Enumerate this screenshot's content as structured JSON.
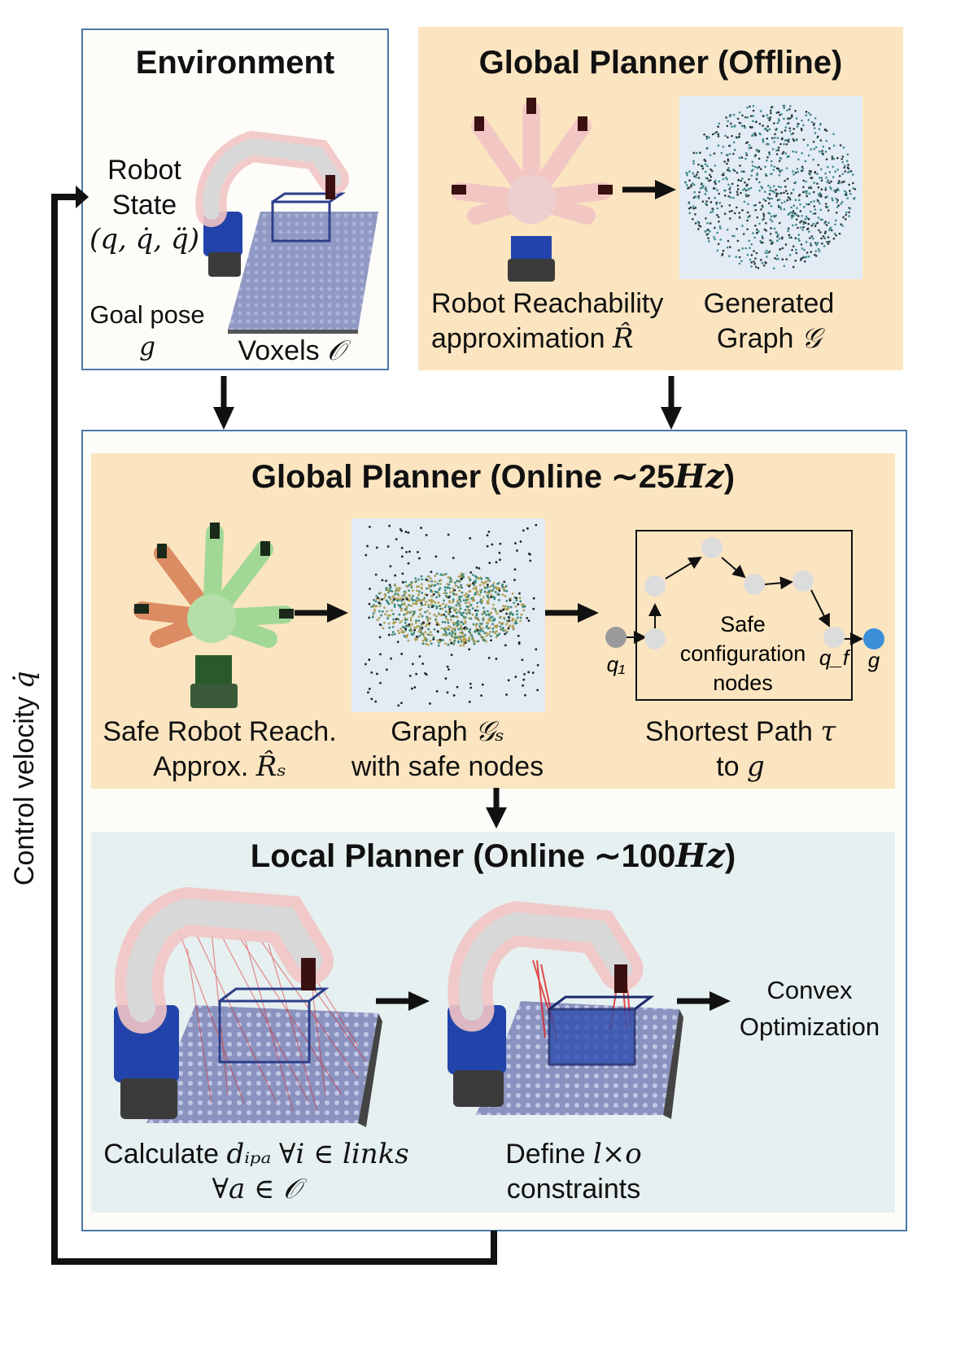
{
  "environment": {
    "title": "Environment",
    "robot_state_line1": "Robot",
    "robot_state_line2": "State",
    "robot_state_vars": "(q, q̇, q̈)",
    "goal_pose": "Goal pose",
    "goal_symbol": "g",
    "voxels": "Voxels",
    "voxels_symbol": "𝒪"
  },
  "global_offline": {
    "title": "Global Planner (Offline)",
    "reach_line1": "Robot Reachability",
    "reach_line2": "approximation",
    "reach_symbol": "R̂",
    "graph_line1": "Generated",
    "graph_line2": "Graph",
    "graph_symbol": "𝒢"
  },
  "global_online": {
    "title": "Global Planner (Online ∼25",
    "title_unit": "Hz",
    "title_close": ")",
    "safe_line1": "Safe Robot Reach.",
    "safe_line2": "Approx.",
    "safe_symbol": "R̂ₛ",
    "graph_line1": "Graph",
    "graph_symbol": "𝒢ₛ",
    "graph_line2": "with safe nodes",
    "path_line1": "Shortest Path",
    "path_symbol": "τ",
    "path_line2": "to",
    "path_goal": "g",
    "diagram": {
      "start": "q₁",
      "end": "q_f",
      "goal": "g",
      "inner_line1": "Safe",
      "inner_line2": "configuration",
      "inner_line3": "nodes"
    }
  },
  "local_online": {
    "title": "Local Planner (Online ∼100",
    "title_unit": "Hz",
    "title_close": ")",
    "calc_line1": "Calculate",
    "calc_symbol": "dᵢₚₐ",
    "calc_forall": "∀i ∈ links",
    "calc_line2": "∀a ∈ 𝒪",
    "define_line1": "Define",
    "define_symbol": "l×o",
    "define_line2": "constraints",
    "convex_line1": "Convex",
    "convex_line2": "Optimization"
  },
  "feedback": {
    "label": "Control velocity",
    "symbol": "q̇"
  },
  "colors": {
    "box_border": "#4a78a8",
    "offline_fill": "#fbe5c0",
    "online_global_fill": "#fbe5c0",
    "local_fill": "#e6f0f0",
    "outer_fill": "#fdfcf8",
    "robot_pink": "#f2c4c4",
    "robot_blue": "#2244aa",
    "safe_green": "#9ed893",
    "unsafe_orange": "#d9835a",
    "graph_bg": "#e3ebf5",
    "node_gray": "#dcdcdc",
    "goal_blue": "#3b8fd9"
  }
}
